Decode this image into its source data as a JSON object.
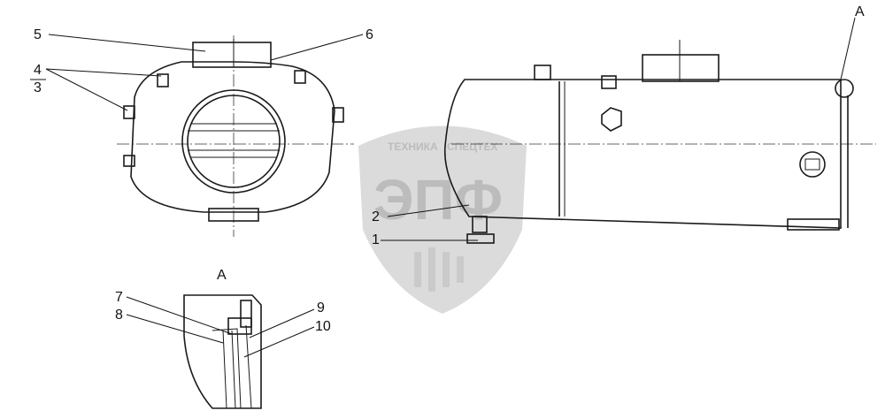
{
  "callouts": {
    "c1": "1",
    "c2": "2",
    "c3": "3",
    "c4": "4",
    "c5": "5",
    "c6": "6",
    "c7": "7",
    "c8": "8",
    "c9": "9",
    "c10": "10"
  },
  "view_marker": "A",
  "detail_title": "A",
  "watermark": {
    "top_text": "ТЕХНИКА",
    "top_text_2": "СПЕЦТЕХ",
    "logo_text": "ЭПФ"
  }
}
